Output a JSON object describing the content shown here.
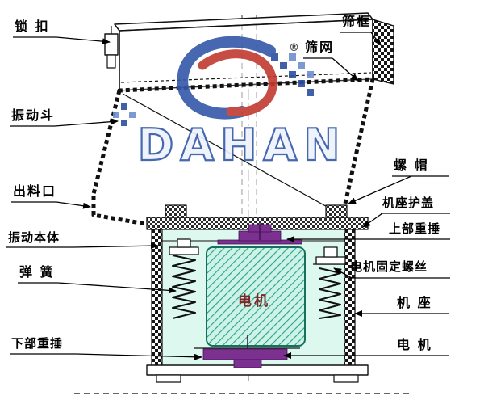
{
  "diagram": {
    "labels": {
      "suokou": "锁 扣",
      "zhendongdou": "振动斗",
      "chuliaokou": "出料口",
      "zhendongbenti": "振动本体",
      "tanhuang": "弹 簧",
      "xiabuzhongchui": "下部重捶",
      "shaikuang": "筛框",
      "shaiwang": "筛网",
      "luomao": "螺 帽",
      "jizuohugai": "机座护盖",
      "shangbuzhongchui": "上部重捶",
      "dianjigudingluosi": "电机固定螺丝",
      "jizuo": "机 座",
      "dianji": "电 机",
      "motor": "电机"
    },
    "watermark": {
      "brand": "DAHAN",
      "registered": "®"
    },
    "colors": {
      "brand_blue": "#3458a8",
      "brand_red": "#c23a30",
      "weight_purple": "#7c3190",
      "motor_teal": "#28a08a",
      "interior_cyan": "#ddf8ef",
      "motor_label_red": "#7d2626"
    }
  }
}
